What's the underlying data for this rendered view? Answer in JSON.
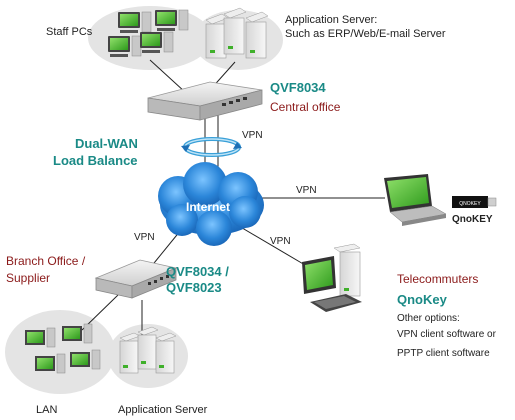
{
  "labels": {
    "staff_pcs": "Staff PCs",
    "app_server_top_1": "Application Server:",
    "app_server_top_2": "Such as ERP/Web/E-mail Server",
    "central_model": "QVF8034",
    "central_office": "Central office",
    "dual_wan_1": "Dual-WAN",
    "dual_wan_2": "Load Balance",
    "internet": "Internet",
    "vpn_central": "VPN",
    "vpn_laptop": "VPN",
    "vpn_branch": "VPN",
    "vpn_telecommuter": "VPN",
    "qnokey_device_text": "QNOKEY",
    "qnokey_label": "QnoKEY",
    "branch_1": "Branch Office /",
    "branch_2": "Supplier",
    "branch_model_1": "QVF8034 /",
    "branch_model_2": "QVF8023",
    "telecommuters": "Telecommuters",
    "qnokey": "QnoKey",
    "other_options": "Other options:",
    "vpn_client": "VPN client software or",
    "pptp_client": "PPTP client software",
    "lan": "LAN",
    "app_server_bottom": "Application Server"
  },
  "colors": {
    "teal": "#1a8a86",
    "maroon": "#8b1a1a",
    "cloud": "#2b86d9",
    "screen": "#3fb02a",
    "router": "#d8d8d8"
  },
  "icons": [
    "desktop-pc-icon",
    "server-icon",
    "router-icon",
    "cloud-icon",
    "laptop-icon",
    "usb-key-icon",
    "load-balance-ring-icon"
  ]
}
